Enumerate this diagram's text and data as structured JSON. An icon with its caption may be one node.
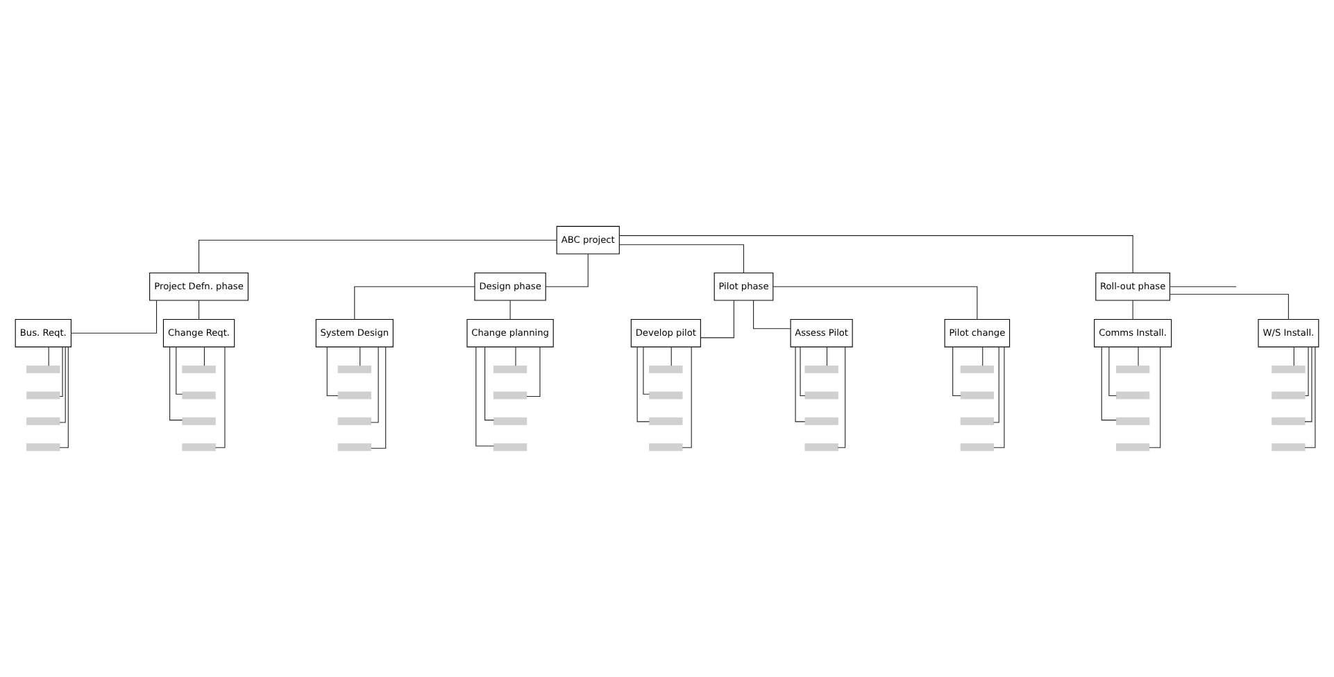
{
  "diagram": {
    "nodes": [
      {
        "text": [
          "ABC project"
        ]
      },
      {
        "text": [
          "Project Defn. phase"
        ]
      },
      {
        "text": [
          "Design phase"
        ]
      },
      {
        "text": [
          "Pilot phase"
        ]
      },
      {
        "text": [
          "Roll-out phase"
        ]
      },
      {
        "text": [
          "Bus. Reqt."
        ]
      },
      {
        "text": [
          "Change Reqt."
        ]
      },
      {
        "text": [
          "System Design"
        ]
      },
      {
        "text": [
          "Change planning"
        ]
      },
      {
        "text": [
          "Develop pilot"
        ]
      },
      {
        "text": [
          "Assess Pilot"
        ]
      },
      {
        "text": [
          "Pilot change"
        ]
      },
      {
        "text": [
          "Comms Install."
        ]
      },
      {
        "text": [
          "W/S Install."
        ]
      },
      {
        "text": [],
        "shape": "bar"
      },
      {
        "text": [],
        "shape": "bar"
      },
      {
        "text": [],
        "shape": "bar"
      },
      {
        "text": [],
        "shape": "bar"
      },
      {
        "text": [],
        "shape": "bar"
      },
      {
        "text": [],
        "shape": "bar"
      },
      {
        "text": [],
        "shape": "bar"
      },
      {
        "text": [],
        "shape": "bar"
      },
      {
        "text": [],
        "shape": "bar"
      },
      {
        "text": [],
        "shape": "bar"
      },
      {
        "text": [],
        "shape": "bar"
      },
      {
        "text": [],
        "shape": "bar"
      },
      {
        "text": [],
        "shape": "bar"
      },
      {
        "text": [],
        "shape": "bar"
      },
      {
        "text": [],
        "shape": "bar"
      },
      {
        "text": [],
        "shape": "bar"
      },
      {
        "text": [],
        "shape": "bar"
      },
      {
        "text": [],
        "shape": "bar"
      },
      {
        "text": [],
        "shape": "bar"
      },
      {
        "text": [],
        "shape": "bar"
      },
      {
        "text": [],
        "shape": "bar"
      },
      {
        "text": [],
        "shape": "bar"
      },
      {
        "text": [],
        "shape": "bar"
      },
      {
        "text": [],
        "shape": "bar"
      },
      {
        "text": [],
        "shape": "bar"
      },
      {
        "text": [],
        "shape": "bar"
      },
      {
        "text": [],
        "shape": "bar"
      },
      {
        "text": [],
        "shape": "bar"
      },
      {
        "text": [],
        "shape": "bar"
      },
      {
        "text": [],
        "shape": "bar"
      },
      {
        "text": [],
        "shape": "bar"
      },
      {
        "text": [],
        "shape": "bar"
      },
      {
        "text": [],
        "shape": "bar"
      },
      {
        "text": [],
        "shape": "bar"
      },
      {
        "text": [],
        "shape": "bar"
      },
      {
        "text": [],
        "shape": "bar"
      }
    ],
    "edges": [
      {
        "from": 0,
        "to": 1,
        "arrow": "none"
      },
      {
        "from": 0,
        "to": 2,
        "arrow": "none"
      },
      {
        "from": 0,
        "to": 3,
        "arrow": "none"
      },
      {
        "from": 0,
        "to": 4,
        "arrow": "none"
      },
      {
        "from": 1,
        "to": 5,
        "arrow": "none"
      },
      {
        "from": 1,
        "to": 6,
        "arrow": "none"
      },
      {
        "from": 2,
        "to": 7,
        "arrow": "none"
      },
      {
        "from": 2,
        "to": 8,
        "arrow": "none"
      },
      {
        "from": 3,
        "to": 9,
        "arrow": "none"
      },
      {
        "from": 3,
        "to": 10,
        "arrow": "none"
      },
      {
        "from": 3,
        "to": 11,
        "arrow": "none"
      },
      {
        "from": 4,
        "to": 12,
        "arrow": "none"
      },
      {
        "from": 4,
        "to": 13,
        "arrow": "none"
      },
      {
        "from": 4,
        "to": null,
        "arrow": "none"
      },
      {
        "from": 5,
        "to": 14,
        "arrow": "none"
      },
      {
        "from": 5,
        "to": 15,
        "arrow": "none"
      },
      {
        "from": 5,
        "to": 16,
        "arrow": "none"
      },
      {
        "from": 5,
        "to": 17,
        "arrow": "none"
      },
      {
        "from": 6,
        "to": 18,
        "arrow": "none"
      },
      {
        "from": 6,
        "to": 19,
        "arrow": "none"
      },
      {
        "from": 6,
        "to": 20,
        "arrow": "none"
      },
      {
        "from": 6,
        "to": 21,
        "arrow": "none"
      },
      {
        "from": 7,
        "to": 22,
        "arrow": "none"
      },
      {
        "from": 7,
        "to": 23,
        "arrow": "none"
      },
      {
        "from": 7,
        "to": 24,
        "arrow": "none"
      },
      {
        "from": 7,
        "to": 25,
        "arrow": "none"
      },
      {
        "from": 8,
        "to": 26,
        "arrow": "none"
      },
      {
        "from": 8,
        "to": 27,
        "arrow": "none"
      },
      {
        "from": 8,
        "to": 28,
        "arrow": "none"
      },
      {
        "from": 8,
        "to": 29,
        "arrow": "none"
      },
      {
        "from": 9,
        "to": 30,
        "arrow": "none"
      },
      {
        "from": 9,
        "to": 31,
        "arrow": "none"
      },
      {
        "from": 9,
        "to": 32,
        "arrow": "none"
      },
      {
        "from": 9,
        "to": 33,
        "arrow": "none"
      },
      {
        "from": 10,
        "to": 34,
        "arrow": "none"
      },
      {
        "from": 10,
        "to": 35,
        "arrow": "none"
      },
      {
        "from": 10,
        "to": 36,
        "arrow": "none"
      },
      {
        "from": 10,
        "to": 37,
        "arrow": "none"
      },
      {
        "from": 11,
        "to": 38,
        "arrow": "none"
      },
      {
        "from": 11,
        "to": 39,
        "arrow": "none"
      },
      {
        "from": 11,
        "to": 40,
        "arrow": "none"
      },
      {
        "from": 11,
        "to": 41,
        "arrow": "none"
      },
      {
        "from": 12,
        "to": 42,
        "arrow": "none"
      },
      {
        "from": 12,
        "to": 43,
        "arrow": "none"
      },
      {
        "from": 12,
        "to": 44,
        "arrow": "none"
      },
      {
        "from": 12,
        "to": 45,
        "arrow": "none"
      },
      {
        "from": 13,
        "to": 46,
        "arrow": "none"
      },
      {
        "from": 13,
        "to": 47,
        "arrow": "none"
      },
      {
        "from": 13,
        "to": 48,
        "arrow": "none"
      },
      {
        "from": 13,
        "to": 49,
        "arrow": "none"
      }
    ]
  }
}
